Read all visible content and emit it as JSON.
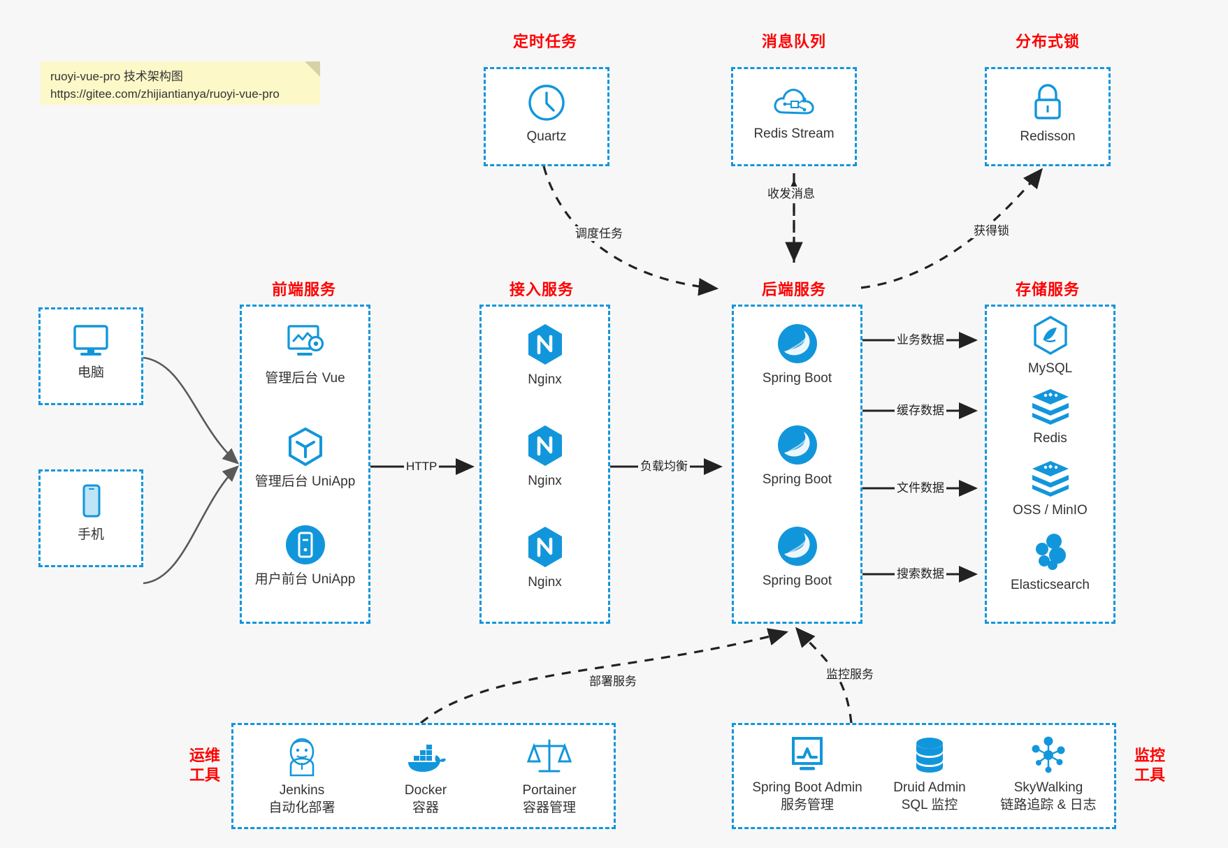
{
  "note": {
    "line1": "ruoyi-vue-pro 技术架构图",
    "line2": "https://gitee.com/zhijiantianya/ruoyi-vue-pro"
  },
  "groups": {
    "scheduler": "定时任务",
    "mq": "消息队列",
    "lock": "分布式锁",
    "frontend": "前端服务",
    "gateway": "接入服务",
    "backend": "后端服务",
    "storage": "存储服务",
    "devops": "运维\n工具",
    "devops_l1": "运维",
    "devops_l2": "工具",
    "monitor_l1": "监控",
    "monitor_l2": "工具"
  },
  "clients": [
    {
      "name": "电脑",
      "icon": "desktop-icon"
    },
    {
      "name": "手机",
      "icon": "phone-icon"
    }
  ],
  "scheduler_nodes": [
    {
      "name": "Quartz",
      "icon": "clock-icon"
    }
  ],
  "mq_nodes": [
    {
      "name": "Redis Stream",
      "icon": "cloud-stream-icon"
    }
  ],
  "lock_nodes": [
    {
      "name": "Redisson",
      "icon": "lock-icon"
    }
  ],
  "frontend_nodes": [
    {
      "name": "管理后台 Vue",
      "icon": "dashboard-gear-icon"
    },
    {
      "name": "管理后台 UniApp",
      "icon": "cube-icon"
    },
    {
      "name": "用户前台 UniApp",
      "icon": "mobile-app-icon"
    }
  ],
  "gateway_nodes": [
    {
      "name": "Nginx",
      "icon": "nginx-icon"
    },
    {
      "name": "Nginx",
      "icon": "nginx-icon"
    },
    {
      "name": "Nginx",
      "icon": "nginx-icon"
    }
  ],
  "backend_nodes": [
    {
      "name": "Spring Boot",
      "icon": "spring-icon"
    },
    {
      "name": "Spring Boot",
      "icon": "spring-icon"
    },
    {
      "name": "Spring Boot",
      "icon": "spring-icon"
    }
  ],
  "storage_nodes": [
    {
      "name": "MySQL",
      "icon": "mysql-icon"
    },
    {
      "name": "Redis",
      "icon": "redis-icon"
    },
    {
      "name": "OSS / MinIO",
      "icon": "oss-icon"
    },
    {
      "name": "Elasticsearch",
      "icon": "elasticsearch-icon"
    }
  ],
  "devops_nodes": [
    {
      "name": "Jenkins",
      "sub": "自动化部署",
      "icon": "jenkins-icon"
    },
    {
      "name": "Docker",
      "sub": "容器",
      "icon": "docker-icon"
    },
    {
      "name": "Portainer",
      "sub": "容器管理",
      "icon": "scales-icon"
    }
  ],
  "monitor_nodes": [
    {
      "name": "Spring Boot Admin",
      "sub": "服务管理",
      "icon": "monitor-chart-icon"
    },
    {
      "name": "Druid Admin",
      "sub": "SQL 监控",
      "icon": "database-icon"
    },
    {
      "name": "SkyWalking",
      "sub": "链路追踪 & 日志",
      "icon": "skywalking-icon"
    }
  ],
  "edges": {
    "http": "HTTP",
    "load_balance": "负载均衡",
    "schedule_task": "调度任务",
    "send_receive_msg": "收发消息",
    "acquire_lock": "获得锁",
    "business_data": "业务数据",
    "cache_data": "缓存数据",
    "file_data": "文件数据",
    "search_data": "搜索数据",
    "deploy_service": "部署服务",
    "monitor_service": "监控服务"
  },
  "colors": {
    "accent": "#1296db",
    "title": "#ff0000",
    "background": "#f7f7f7",
    "note": "#fcf8c8",
    "text": "#333333",
    "wire": "#222222",
    "client_wire": "#595959"
  }
}
